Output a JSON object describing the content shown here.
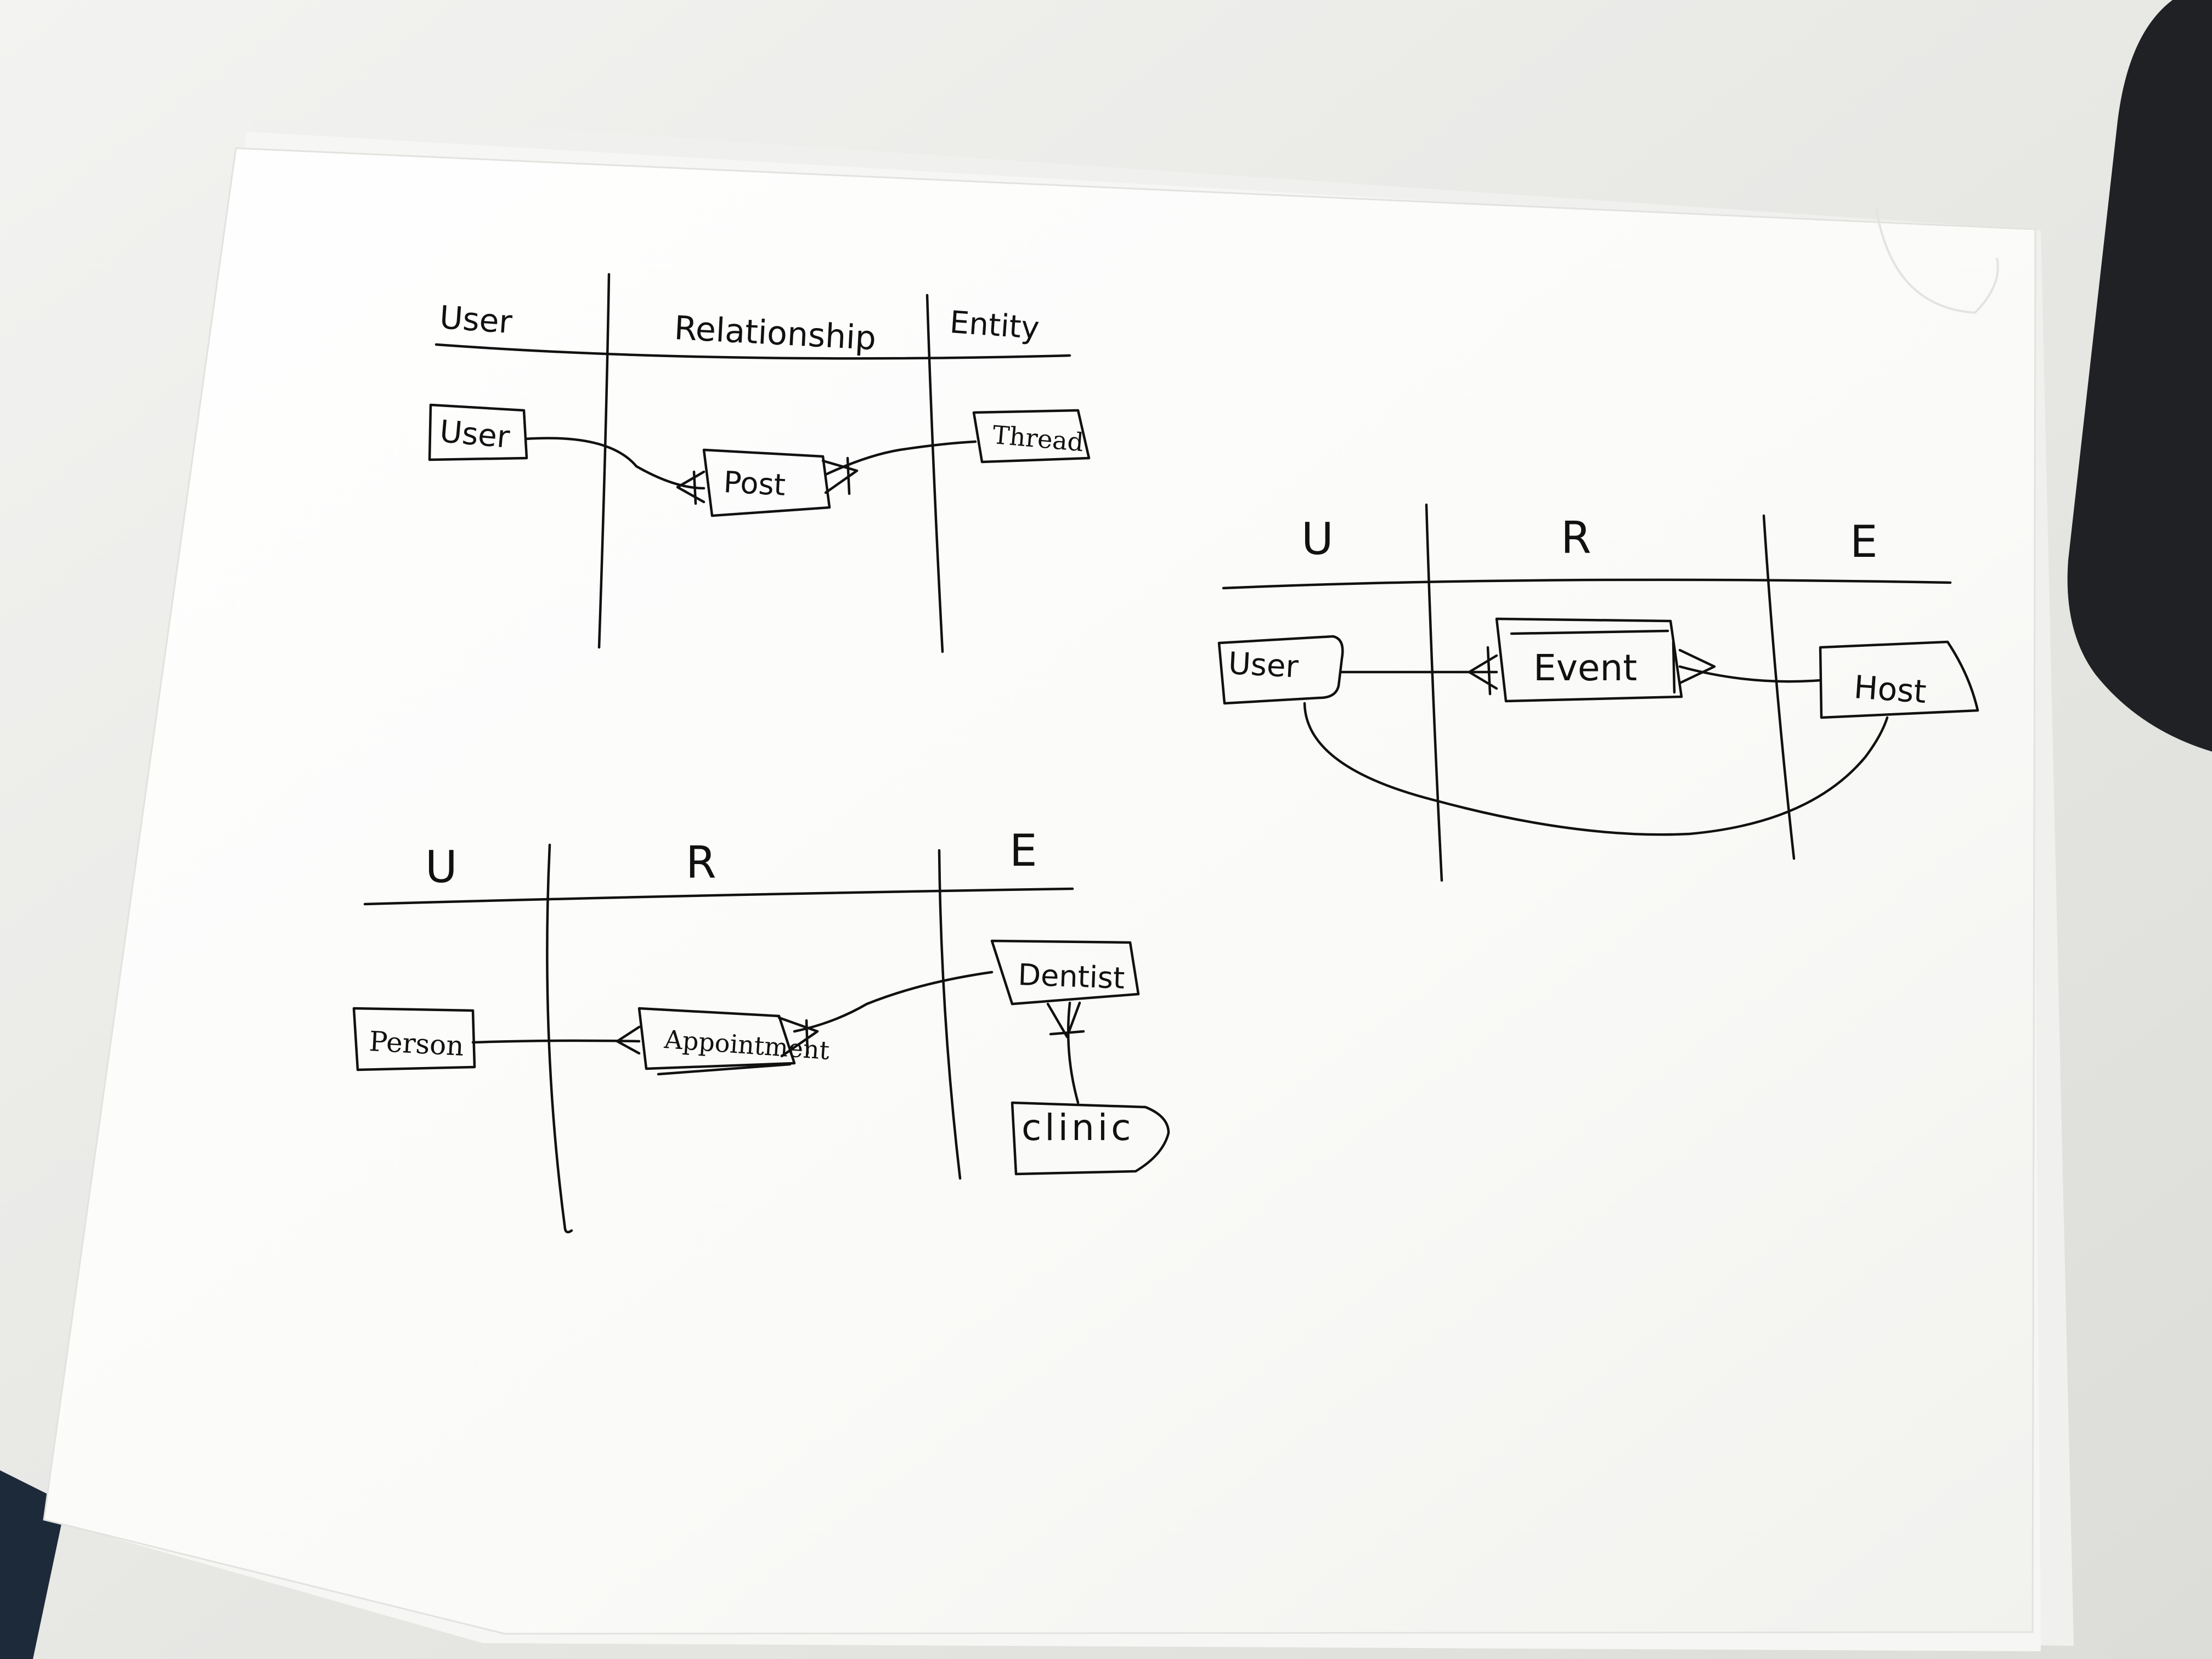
{
  "diagram_1": {
    "headers": {
      "left": "User",
      "middle": "Relationship",
      "right": "Entity"
    },
    "nodes": {
      "user": "User",
      "post": "Post",
      "thread": "Thread"
    }
  },
  "diagram_2": {
    "headers": {
      "left": "U",
      "middle": "R",
      "right": "E"
    },
    "nodes": {
      "user": "User",
      "event": "Event",
      "host": "Host"
    }
  },
  "diagram_3": {
    "headers": {
      "left": "U",
      "middle": "R",
      "right": "E"
    },
    "nodes": {
      "person": "Person",
      "appointment": "Appointment",
      "dentist": "Dentist",
      "clinic": "clinic"
    }
  },
  "colors": {
    "ink": "#111111",
    "paper": "#fbfbf9",
    "desk": "#e9e9e6",
    "mouse_pad": "#1f2124"
  }
}
